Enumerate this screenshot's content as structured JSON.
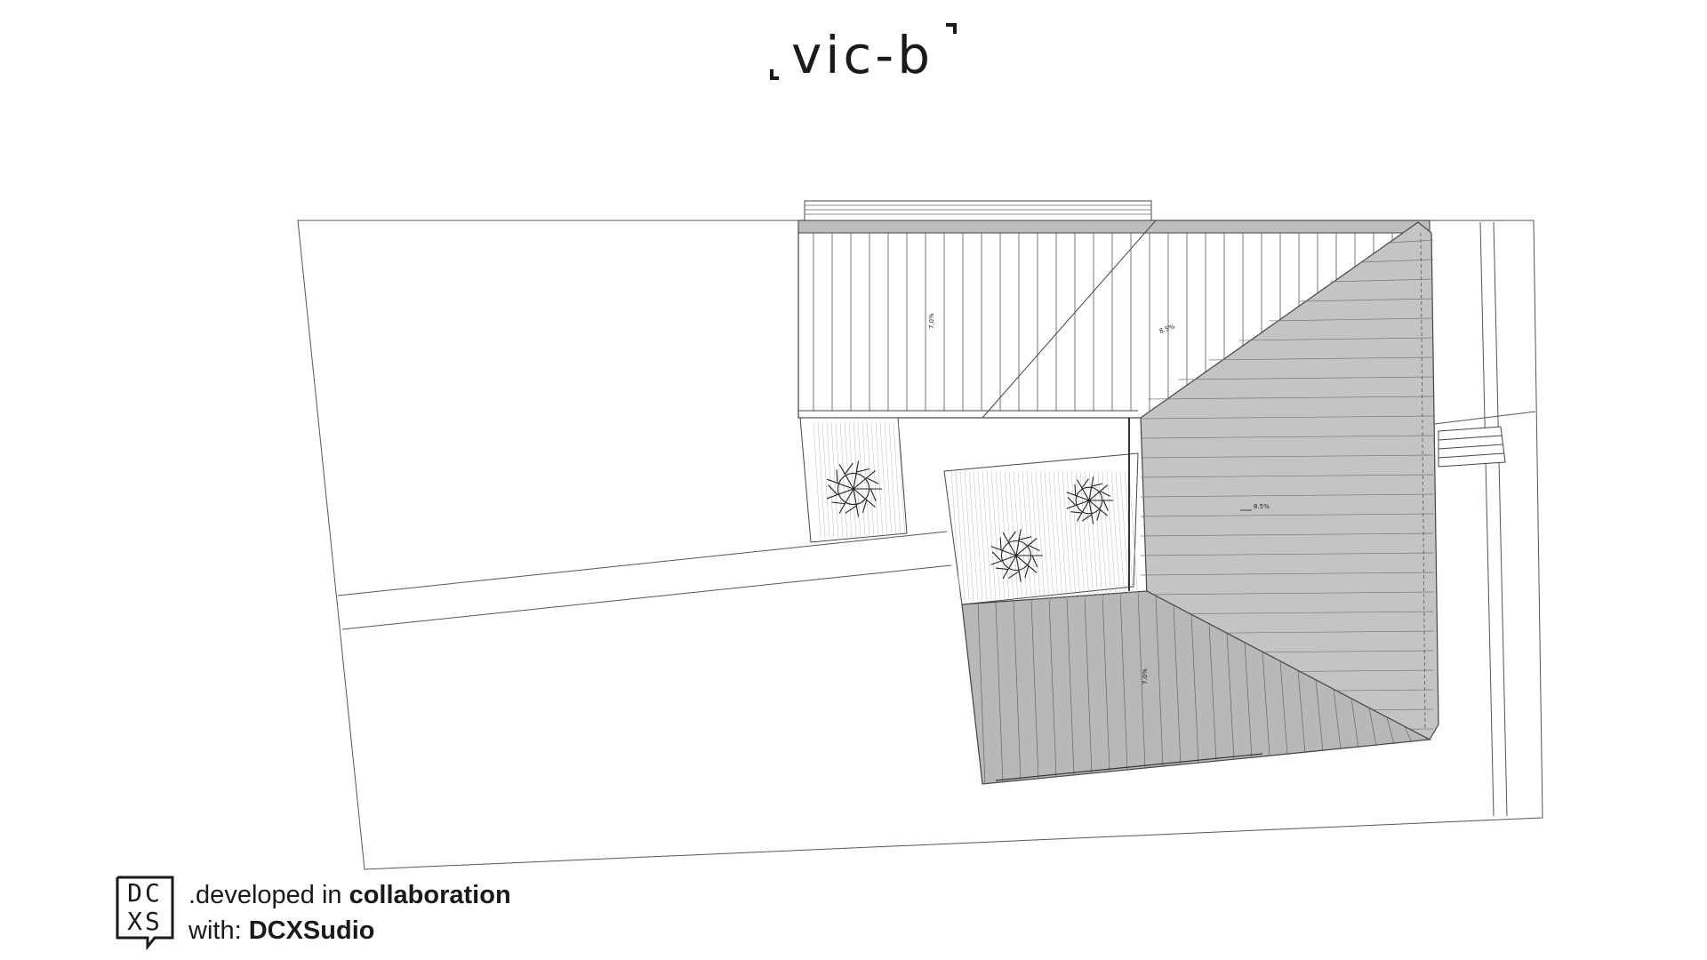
{
  "logo": {
    "text": "vic-b"
  },
  "plan": {
    "slopes": {
      "north_roof_left": "7.0%",
      "north_roof_right": "8.5%",
      "east_roof": "8.5%",
      "south_roof": "7.0%"
    }
  },
  "credit": {
    "badge_line1": "DC",
    "badge_line2": "XS",
    "line1_prefix": ".developed in ",
    "line1_bold": "collaboration",
    "line2_prefix": "with: ",
    "line2_bold": "DCXSudio"
  }
}
